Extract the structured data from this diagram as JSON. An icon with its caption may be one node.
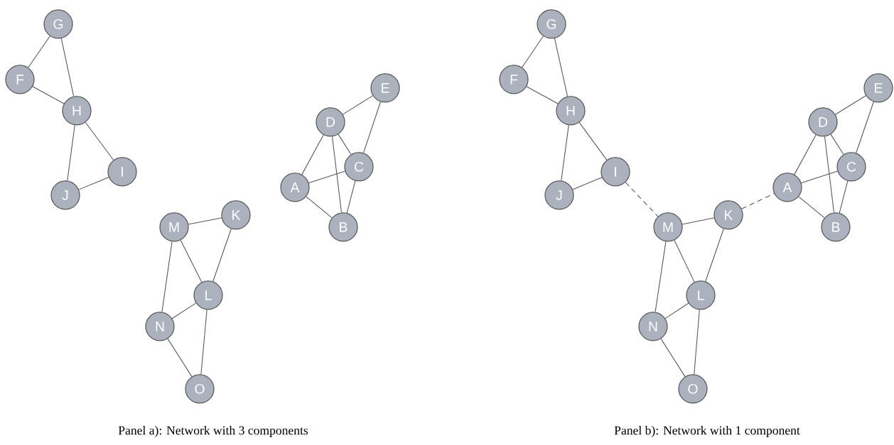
{
  "diagram": {
    "nodes": [
      {
        "text": [
          "A"
        ]
      },
      {
        "text": [
          "B"
        ]
      },
      {
        "text": [
          "C"
        ]
      },
      {
        "text": [
          "D"
        ]
      },
      {
        "text": [
          "E"
        ]
      },
      {
        "text": [
          "F"
        ]
      },
      {
        "text": [
          "G"
        ]
      },
      {
        "text": [
          "H"
        ]
      },
      {
        "text": [
          "I"
        ]
      },
      {
        "text": [
          "J"
        ]
      },
      {
        "text": [
          "K"
        ]
      },
      {
        "text": [
          "L"
        ]
      },
      {
        "text": [
          "M"
        ]
      },
      {
        "text": [
          "N"
        ]
      },
      {
        "text": [
          "O"
        ]
      },
      {
        "text": [
          "A"
        ]
      },
      {
        "text": [
          "B"
        ]
      },
      {
        "text": [
          "C"
        ]
      },
      {
        "text": [
          "D"
        ]
      },
      {
        "text": [
          "E"
        ]
      },
      {
        "text": [
          "F"
        ]
      },
      {
        "text": [
          "G"
        ]
      },
      {
        "text": [
          "H"
        ]
      },
      {
        "text": [
          "I"
        ]
      },
      {
        "text": [
          "J"
        ]
      },
      {
        "text": [
          "K"
        ]
      },
      {
        "text": [
          "L"
        ]
      },
      {
        "text": [
          "M"
        ]
      },
      {
        "text": [
          "N"
        ]
      },
      {
        "text": [
          "O"
        ]
      }
    ],
    "edges": [
      {
        "from": 6,
        "to": 5,
        "arrow": "none"
      },
      {
        "from": 6,
        "to": 7,
        "arrow": "none"
      },
      {
        "from": 5,
        "to": 7,
        "arrow": "none"
      },
      {
        "from": 7,
        "to": 8,
        "arrow": "none"
      },
      {
        "from": 7,
        "to": 9,
        "arrow": "none"
      },
      {
        "from": 9,
        "to": 8,
        "arrow": "none"
      },
      {
        "from": 3,
        "to": 4,
        "arrow": "none"
      },
      {
        "from": 4,
        "to": 2,
        "arrow": "none"
      },
      {
        "from": 3,
        "to": 0,
        "arrow": "none"
      },
      {
        "from": 3,
        "to": 2,
        "arrow": "none"
      },
      {
        "from": 3,
        "to": 1,
        "arrow": "none"
      },
      {
        "from": 0,
        "to": 2,
        "arrow": "none"
      },
      {
        "from": 0,
        "to": 1,
        "arrow": "none"
      },
      {
        "from": 2,
        "to": 1,
        "arrow": "none"
      },
      {
        "from": 12,
        "to": 10,
        "arrow": "none"
      },
      {
        "from": 12,
        "to": 11,
        "arrow": "none"
      },
      {
        "from": 10,
        "to": 11,
        "arrow": "none"
      },
      {
        "from": 12,
        "to": 13,
        "arrow": "none"
      },
      {
        "from": 13,
        "to": 11,
        "arrow": "none"
      },
      {
        "from": 11,
        "to": 14,
        "arrow": "none"
      },
      {
        "from": 13,
        "to": 14,
        "arrow": "none"
      },
      {
        "from": 21,
        "to": 20,
        "arrow": "none"
      },
      {
        "from": 21,
        "to": 22,
        "arrow": "none"
      },
      {
        "from": 20,
        "to": 22,
        "arrow": "none"
      },
      {
        "from": 22,
        "to": 23,
        "arrow": "none"
      },
      {
        "from": 22,
        "to": 24,
        "arrow": "none"
      },
      {
        "from": 24,
        "to": 23,
        "arrow": "none"
      },
      {
        "from": 18,
        "to": 19,
        "arrow": "none"
      },
      {
        "from": 19,
        "to": 17,
        "arrow": "none"
      },
      {
        "from": 18,
        "to": 15,
        "arrow": "none"
      },
      {
        "from": 18,
        "to": 17,
        "arrow": "none"
      },
      {
        "from": 18,
        "to": 16,
        "arrow": "none"
      },
      {
        "from": 15,
        "to": 17,
        "arrow": "none"
      },
      {
        "from": 15,
        "to": 16,
        "arrow": "none"
      },
      {
        "from": 17,
        "to": 16,
        "arrow": "none"
      },
      {
        "from": 27,
        "to": 25,
        "arrow": "none"
      },
      {
        "from": 27,
        "to": 26,
        "arrow": "none"
      },
      {
        "from": 25,
        "to": 26,
        "arrow": "none"
      },
      {
        "from": 27,
        "to": 28,
        "arrow": "none"
      },
      {
        "from": 28,
        "to": 26,
        "arrow": "none"
      },
      {
        "from": 26,
        "to": 29,
        "arrow": "none"
      },
      {
        "from": 28,
        "to": 29,
        "arrow": "none"
      },
      {
        "from": 23,
        "to": 27,
        "arrow": "none",
        "style": "dashed"
      },
      {
        "from": 25,
        "to": 15,
        "arrow": "none",
        "style": "dashed"
      }
    ],
    "labels": [
      "Panel a): Network with 3 components",
      "Panel b): Network with 1 component"
    ]
  }
}
